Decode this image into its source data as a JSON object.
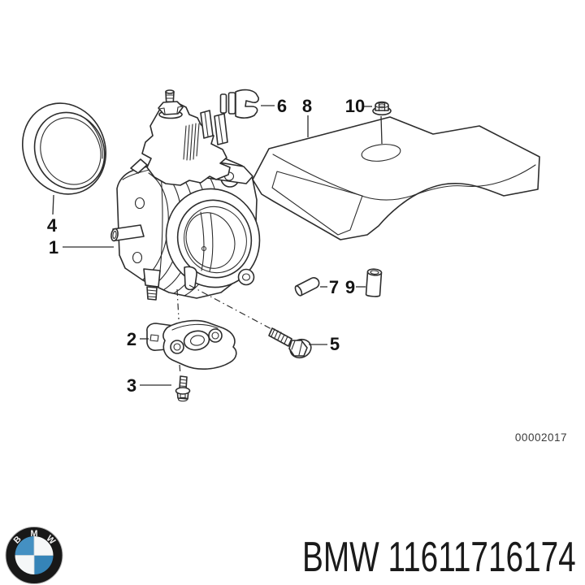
{
  "diagram": {
    "doc_number": "00002017",
    "callouts": [
      {
        "label": "1"
      },
      {
        "label": "2"
      },
      {
        "label": "3"
      },
      {
        "label": "4"
      },
      {
        "label": "5"
      },
      {
        "label": "6"
      },
      {
        "label": "7"
      },
      {
        "label": "8"
      },
      {
        "label": "9"
      },
      {
        "label": "10"
      }
    ]
  },
  "footer": {
    "brand": "BMW",
    "part_number": "11611716174",
    "logo_letters": [
      "B",
      "M",
      "W"
    ]
  },
  "colors": {
    "background": "#ffffff",
    "line_art": "#2d2d2d",
    "text": "#1a1a1a",
    "logo_ring": "#181818",
    "logo_blue": "#4490c2",
    "logo_white": "#f5f7f8"
  }
}
